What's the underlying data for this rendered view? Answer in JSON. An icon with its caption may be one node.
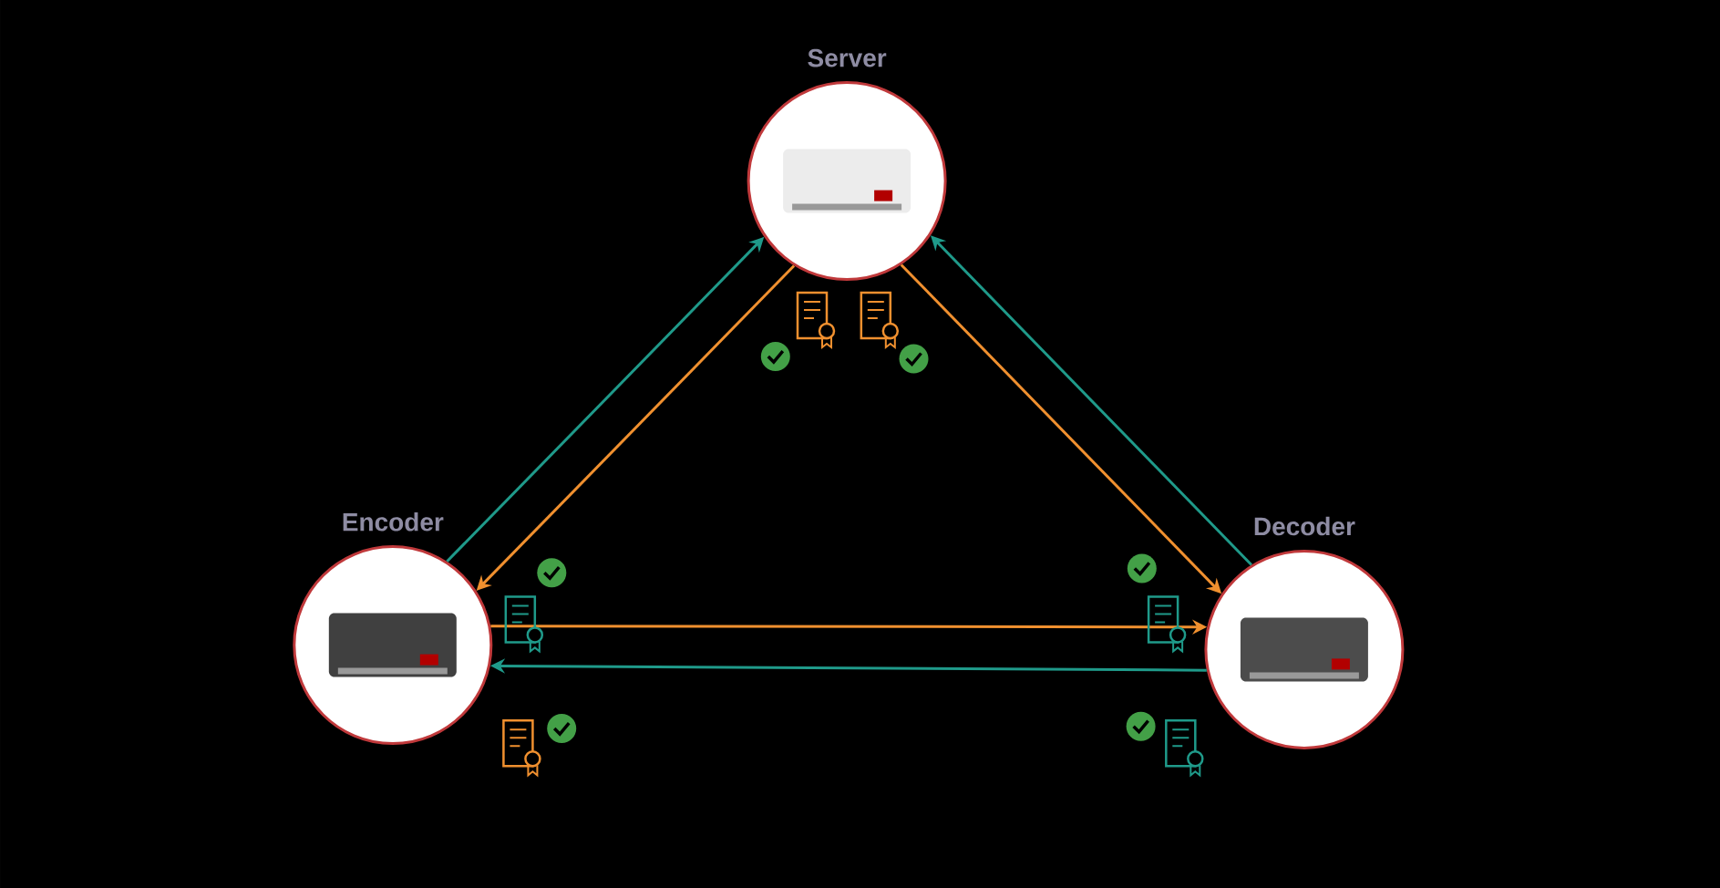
{
  "diagram": {
    "nodes": [
      {
        "text": [
          "Server"
        ]
      },
      {
        "text": [
          "Encoder"
        ]
      },
      {
        "text": [
          "Decoder"
        ]
      }
    ],
    "edges": [
      {
        "from": 1,
        "to": 0,
        "arrow": "to",
        "color": "#1f9a8a"
      },
      {
        "from": 0,
        "to": 1,
        "arrow": "to",
        "color": "#f0902f"
      },
      {
        "from": 0,
        "to": 2,
        "arrow": "to",
        "color": "#f0902f"
      },
      {
        "from": 2,
        "to": 0,
        "arrow": "to",
        "color": "#1f9a8a"
      },
      {
        "from": 1,
        "to": 2,
        "arrow": "to",
        "color": "#f0902f"
      },
      {
        "from": 2,
        "to": 1,
        "arrow": "to",
        "color": "#1f9a8a"
      }
    ]
  }
}
